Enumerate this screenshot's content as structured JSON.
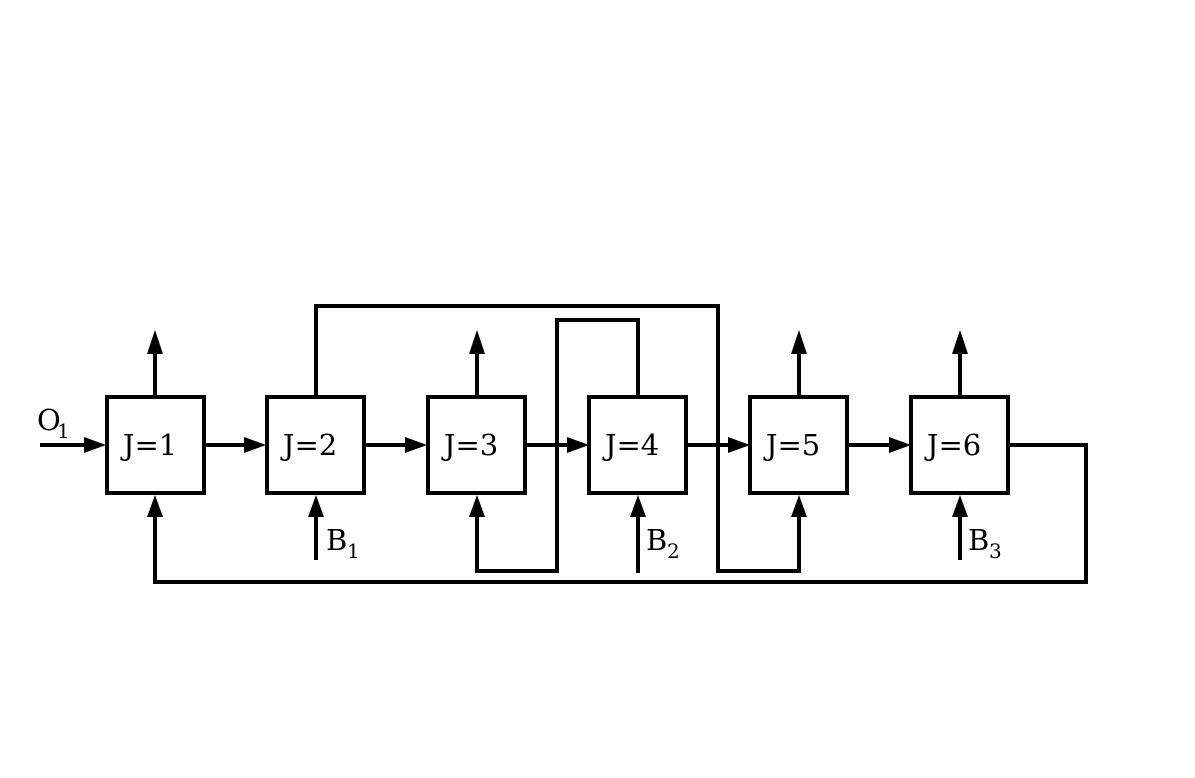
{
  "diagram": {
    "blocks": [
      {
        "id": "block-1",
        "label": "J=1"
      },
      {
        "id": "block-2",
        "label": "J=2"
      },
      {
        "id": "block-3",
        "label": "J=3"
      },
      {
        "id": "block-4",
        "label": "J=4"
      },
      {
        "id": "block-5",
        "label": "J=5"
      },
      {
        "id": "block-6",
        "label": "J=6"
      }
    ],
    "inputs": {
      "o1": {
        "main": "O",
        "sub": "1"
      },
      "b1": {
        "main": "B",
        "sub": "1"
      },
      "b2": {
        "main": "B",
        "sub": "2"
      },
      "b3": {
        "main": "B",
        "sub": "3"
      }
    }
  }
}
